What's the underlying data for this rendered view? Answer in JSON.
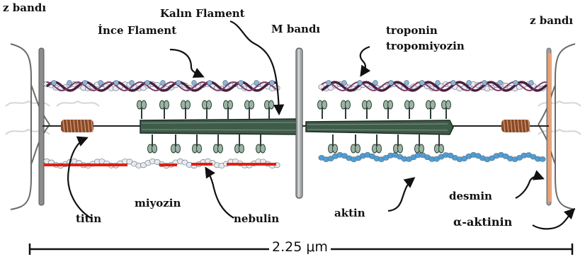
{
  "labels": {
    "z_band_left": "z bandı",
    "z_band_right": "z bandı",
    "thick_filament": "Kalın Flament",
    "thin_filament": "İnce Flament",
    "m_band": "M bandı",
    "troponin": "troponin",
    "tropomyosin": "tropomiyozin",
    "titin": "titin",
    "myosin": "miyozin",
    "nebulin": "nebulin",
    "actin": "aktin",
    "desmin": "desmin",
    "alpha_actinin": "α-aktinin"
  },
  "scale_bar": {
    "label": "2.25 μm"
  },
  "colors": {
    "tropomyosin_strand": "#4a1f3f",
    "troponin_beads": "#8fb4d8",
    "actin_beads": "#4d9ed6",
    "thin_filament_beads": "#e9e9ef",
    "nebulin": "#e02010",
    "titin_spring": "#8a4a2a",
    "thick_filament": "#3f5b49",
    "desmin": "#f0a070",
    "z_band": "#8c8c8c"
  }
}
